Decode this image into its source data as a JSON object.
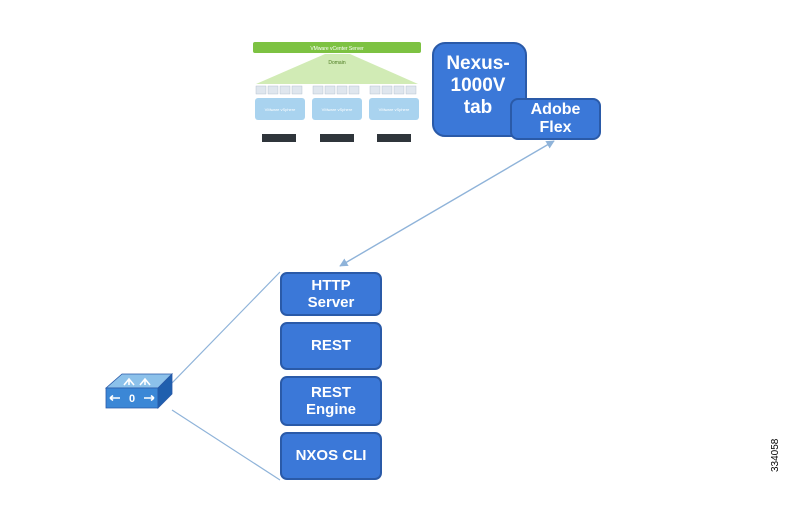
{
  "nexus": {
    "line1": "Nexus-",
    "line2": "1000V",
    "line3": "tab"
  },
  "adobe": {
    "line1": "Adobe",
    "line2": "Flex"
  },
  "stack": {
    "http": {
      "line1": "HTTP",
      "line2": "Server"
    },
    "rest": "REST",
    "rest_engine": {
      "line1": "REST",
      "line2": "Engine"
    },
    "nxos": "NXOS CLI"
  },
  "vmware": {
    "cluster_label": "VMware vCenter Server",
    "domain_label": "Domain",
    "hypervisor_labels": [
      "VMware vSphere",
      "VMware vSphere",
      "VMware vSphere"
    ]
  },
  "switch_label": "0",
  "figure_id": "334058",
  "colors": {
    "box_fill": "#3b78d8",
    "box_border": "#2a5aa8",
    "connector": "#8fb3d9",
    "vmware_bar": "#7dc242"
  }
}
